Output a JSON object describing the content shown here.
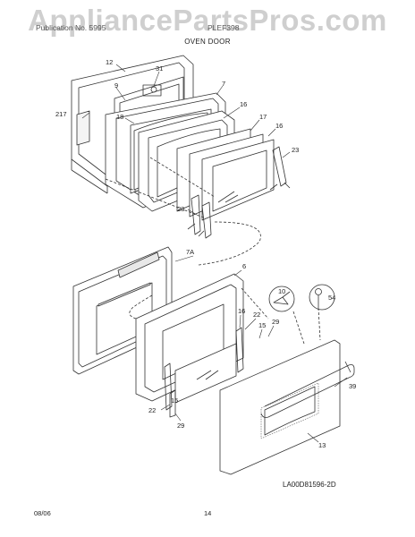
{
  "watermark": "AppliancePartsPros.com",
  "header": {
    "left": "Publication No. 5995",
    "right": "PLEF398"
  },
  "section_title": "OVEN DOOR",
  "callouts": {
    "c12": "12",
    "c31": "31",
    "c9": "9",
    "c7": "7",
    "c18": "18",
    "c217": "217",
    "c16a": "16",
    "c17": "17",
    "c16b": "16",
    "c23a": "23",
    "c23b": "23",
    "c7A": "7A",
    "c6": "6",
    "c10": "10",
    "c54": "54",
    "c16c": "16",
    "c22a": "22",
    "c15a": "15",
    "c29a": "29",
    "c39": "39",
    "c15b": "15",
    "c22b": "22",
    "c29b": "29",
    "c13": "13"
  },
  "diagram_code": "LA00D81596-2D",
  "footer": {
    "date": "08/06",
    "page": "14"
  },
  "colors": {
    "line": "#333333",
    "watermark": "#cfcfcf",
    "insulation": "#e8e8e8"
  }
}
